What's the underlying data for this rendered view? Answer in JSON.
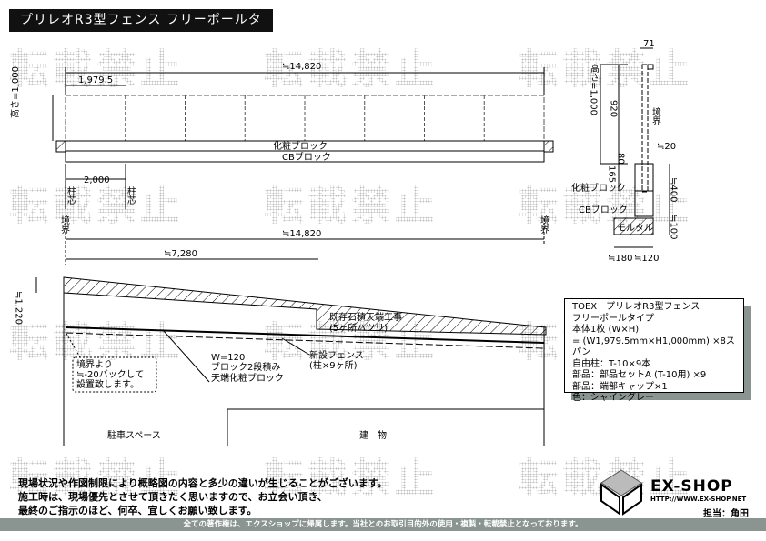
{
  "watermark": "転載禁止",
  "title": "プリレオR3型フェンス フリーポールタイプ",
  "elevation": {
    "total_width": "≒14,820",
    "span": "1,979.5",
    "height": "高さ=1,000",
    "decor_block": "化粧ブロック",
    "cb_block": "CBブロック",
    "post_pitch": "2,000",
    "post_center": "柱芯",
    "boundary": "境界",
    "total_width_2": "≒14,820",
    "partial_width": "≒7,280"
  },
  "section": {
    "top": "71",
    "height": "高さ=1,000",
    "h920": "920",
    "h165": "165",
    "h80": "80",
    "boundary": "境界",
    "offset": "≒20",
    "decor_block": "化粧ブロック",
    "cb_block": "CBブロック",
    "mortar": "モルタル",
    "h400": "≒400",
    "h100": "≒100",
    "w180": "≒180",
    "w120": "≒120"
  },
  "plan": {
    "depth": "≒1,220",
    "existing_wall": "既存石積天端工事",
    "existing_wall_note": "(5ヶ所ハツリ)",
    "new_fence": "新設フェンス",
    "new_fence_note": "(柱×9ヶ所)",
    "block_w": "W=120",
    "block_stack": "ブロック2段積み",
    "block_top": "天端化粧ブロック",
    "setback": [
      "境界より",
      "≒-20バックして",
      "設置致します。"
    ],
    "parking": "駐車スペース",
    "building": "建　物"
  },
  "spec": [
    "TOEX　プリレオR3型フェンス",
    "フリーポールタイプ",
    "本体1枚 (W×H)",
    "= (W1,979.5mm×H1,000mm) ×8スパン",
    "自由柱：T-10×9本",
    "部品：部品セットA (T-10用) ×9",
    "部品：端部キャップ×1",
    "色：シャイングレー"
  ],
  "notes": [
    "現場状況や作図制限により概略図の内容と多少の違いが生じることがございます。",
    "施工時は、現場優先とさせて頂きたく思いますので、お立会い頂き、",
    "最終のご指示のほど、何卒、宜しくお願い致します。"
  ],
  "logo": {
    "name": "EX-SHOP",
    "url": "HTTP://WWW.EX-SHOP.NET",
    "staff": "担当：角田"
  },
  "footer": "全ての著作権は、エクスショップに帰属します。当社とのお取引目的外の使用・複製・転載禁止となっております。"
}
